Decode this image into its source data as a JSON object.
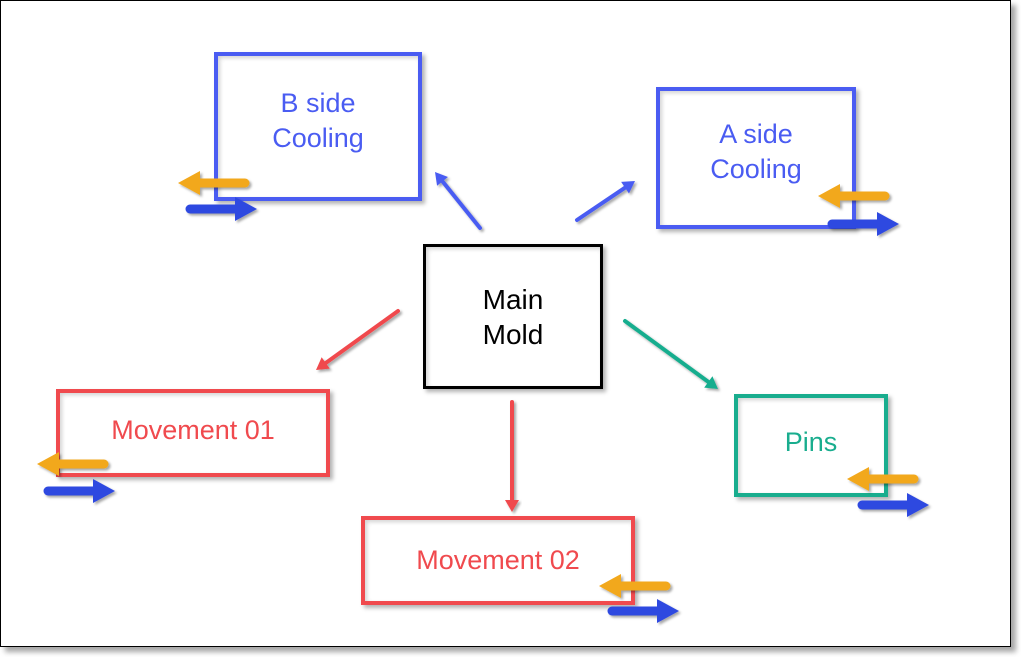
{
  "diagram": {
    "nodes": [
      {
        "id": "main",
        "lines": [
          "Main",
          "Mold"
        ],
        "color": "#000000"
      },
      {
        "id": "b_side",
        "lines": [
          "B side",
          "Cooling"
        ],
        "color": "#4a5cf2"
      },
      {
        "id": "a_side",
        "lines": [
          "A side",
          "Cooling"
        ],
        "color": "#4a5cf2"
      },
      {
        "id": "movement_01",
        "lines": [
          "Movement 01"
        ],
        "color": "#f04a4e"
      },
      {
        "id": "movement_02",
        "lines": [
          "Movement 02"
        ],
        "color": "#f04a4e"
      },
      {
        "id": "pins",
        "lines": [
          "Pins"
        ],
        "color": "#19ad8e"
      }
    ],
    "edges": [
      {
        "from": "main",
        "to": "b_side",
        "color": "#4a5cf2"
      },
      {
        "from": "main",
        "to": "a_side",
        "color": "#4a5cf2"
      },
      {
        "from": "main",
        "to": "movement_01",
        "color": "#f04a4e"
      },
      {
        "from": "main",
        "to": "movement_02",
        "color": "#f04a4e"
      },
      {
        "from": "main",
        "to": "pins",
        "color": "#19ad8e"
      }
    ],
    "flow_arrows": {
      "inlet_color": "#f2a81a",
      "outlet_color": "#2f48e0",
      "nodes_with_flow": [
        "b_side",
        "a_side",
        "movement_01",
        "movement_02",
        "pins"
      ]
    }
  }
}
